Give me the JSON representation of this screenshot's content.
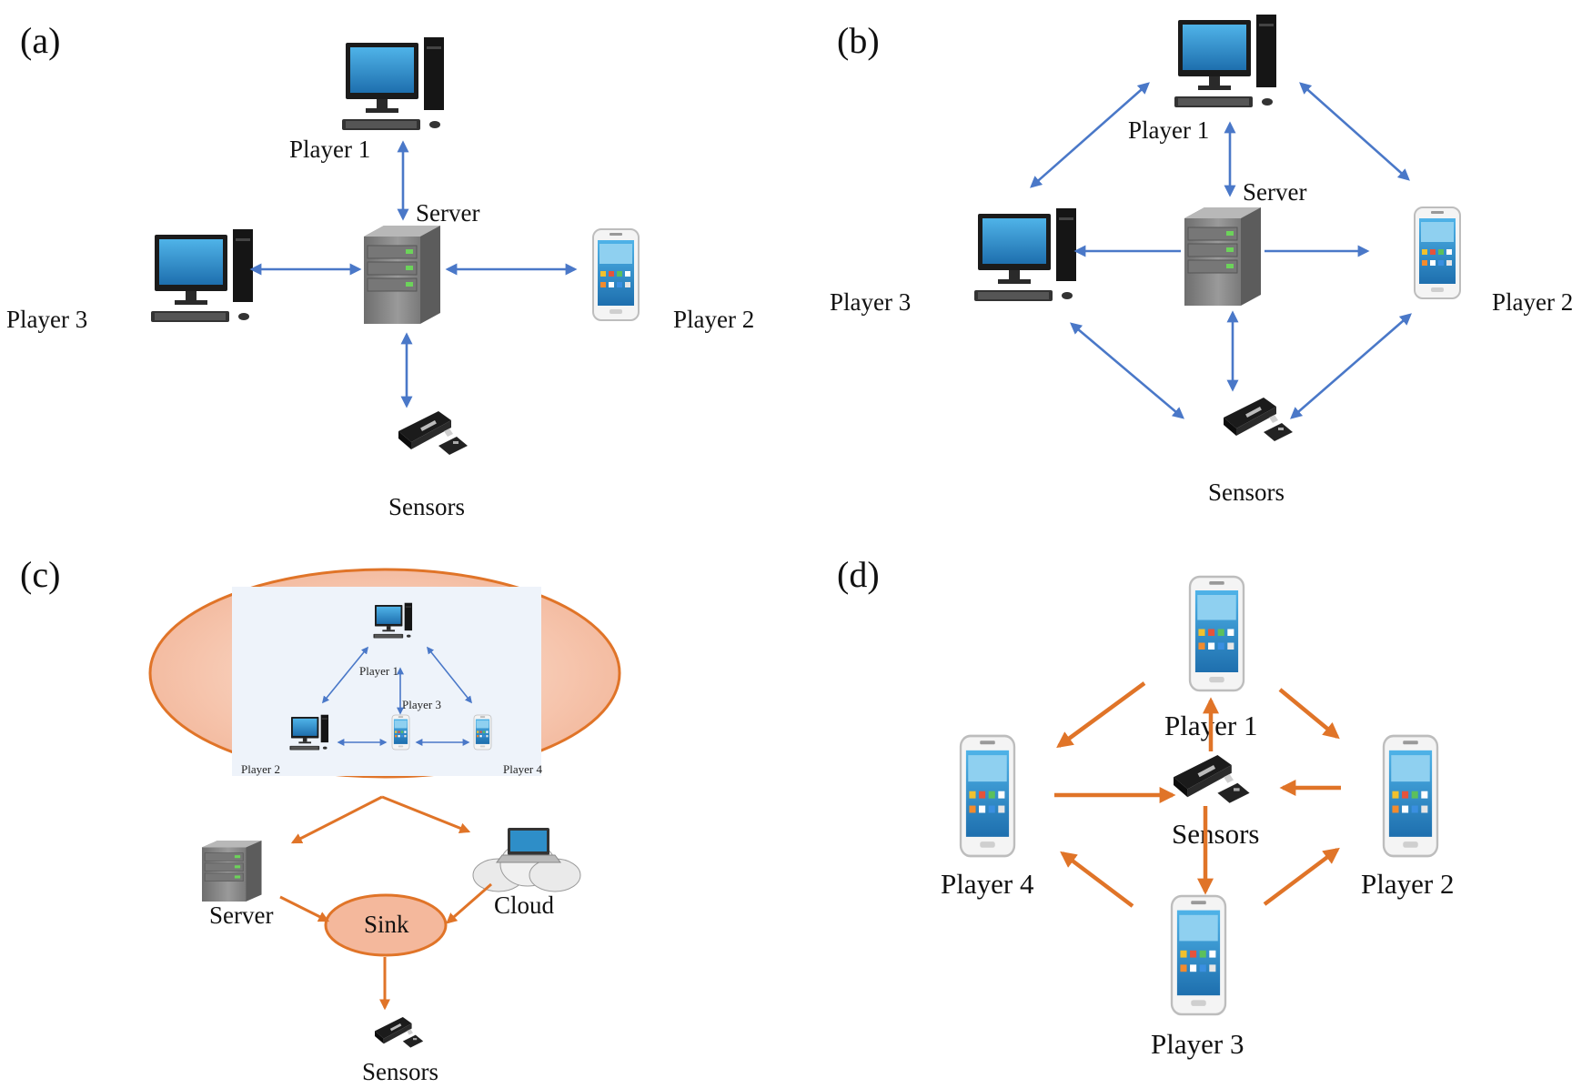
{
  "panels": {
    "a": {
      "tag": "(a)",
      "player1": "Player 1",
      "player2": "Player 2",
      "player3": "Player 3",
      "server": "Server",
      "sensors": "Sensors"
    },
    "b": {
      "tag": "(b)",
      "player1": "Player 1",
      "player2": "Player 2",
      "player3": "Player 3",
      "server": "Server",
      "sensors": "Sensors"
    },
    "c": {
      "tag": "(c)",
      "inset": {
        "player1": "Player 1",
        "player2": "Player 2",
        "player3": "Player 3",
        "player4": "Player 4"
      },
      "server": "Server",
      "cloud": "Cloud",
      "sink": "Sink",
      "sensors": "Sensors"
    },
    "d": {
      "tag": "(d)",
      "player1": "Player 1",
      "player2": "Player 2",
      "player3": "Player 3",
      "player4": "Player 4",
      "sensors": "Sensors"
    }
  },
  "colors": {
    "blue_arrow": "#4a78c8",
    "orange_arrow": "#e07428",
    "ellipse_fill": "#f4c0a8",
    "ellipse_stroke": "#e07428",
    "screen": "#2e8ec8"
  }
}
